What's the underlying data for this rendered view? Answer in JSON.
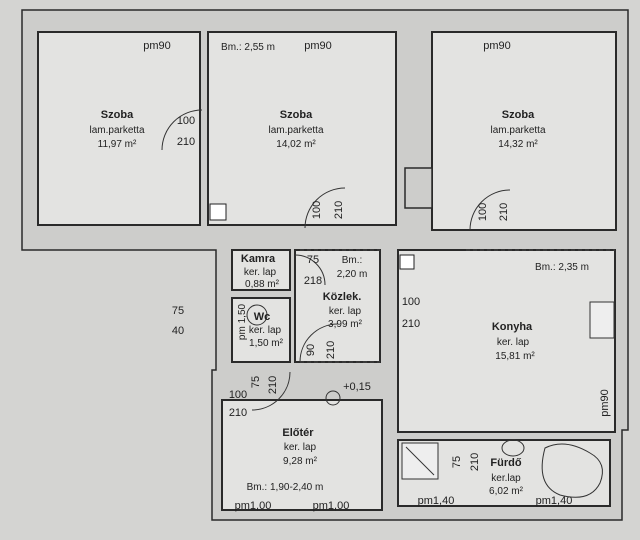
{
  "rooms": {
    "szoba1": {
      "name": "Szoba",
      "floor": "lam.parketta",
      "area": "11,97 m²"
    },
    "szoba2": {
      "name": "Szoba",
      "floor": "lam.parketta",
      "area": "14,02 m²",
      "height": "Bm.: 2,55 m"
    },
    "szoba3": {
      "name": "Szoba",
      "floor": "lam.parketta",
      "area": "14,32 m²"
    },
    "kamra": {
      "name": "Kamra",
      "floor": "ker. lap",
      "area": "0,88 m²"
    },
    "kozlek": {
      "name": "Közlek.",
      "floor": "ker. lap",
      "area": "3,99 m²",
      "height": "Bm.:",
      "height2": "2,20 m"
    },
    "wc": {
      "name": "Wc",
      "floor": "ker. lap",
      "area": "1,50 m²",
      "window": "pm 1,50"
    },
    "konyha": {
      "name": "Konyha",
      "floor": "ker. lap",
      "area": "15,81 m²",
      "height": "Bm.: 2,35 m",
      "window": "pm90"
    },
    "eloter": {
      "name": "Előtér",
      "floor": "ker. lap",
      "area": "9,28 m²",
      "height": "Bm.: 1,90-2,40 m",
      "level": "+0,15",
      "window1": "pm1,00",
      "window2": "pm1,00"
    },
    "furdo": {
      "name": "Fürdő",
      "floor": "ker.lap",
      "area": "6,02 m²",
      "window1": "pm1,40",
      "window2": "pm1,40"
    }
  },
  "windows": {
    "w1": "pm90",
    "w2": "pm90",
    "w3": "pm90"
  },
  "doors": {
    "d1": {
      "w": "100",
      "h": "210"
    },
    "d2": {
      "w": "100",
      "h": "210"
    },
    "d3": {
      "w": "100",
      "h": "210"
    },
    "d4": {
      "w": "75",
      "h": "218"
    },
    "d5": {
      "w": "100",
      "h": "210"
    },
    "d6": {
      "w": "90",
      "h": "210"
    },
    "d7": {
      "w": "100",
      "h": "210"
    },
    "d8": {
      "w": "75",
      "h": "210"
    },
    "d9": {
      "w": "75",
      "h": "210"
    },
    "d10": {
      "w": "75",
      "h": "40"
    }
  }
}
